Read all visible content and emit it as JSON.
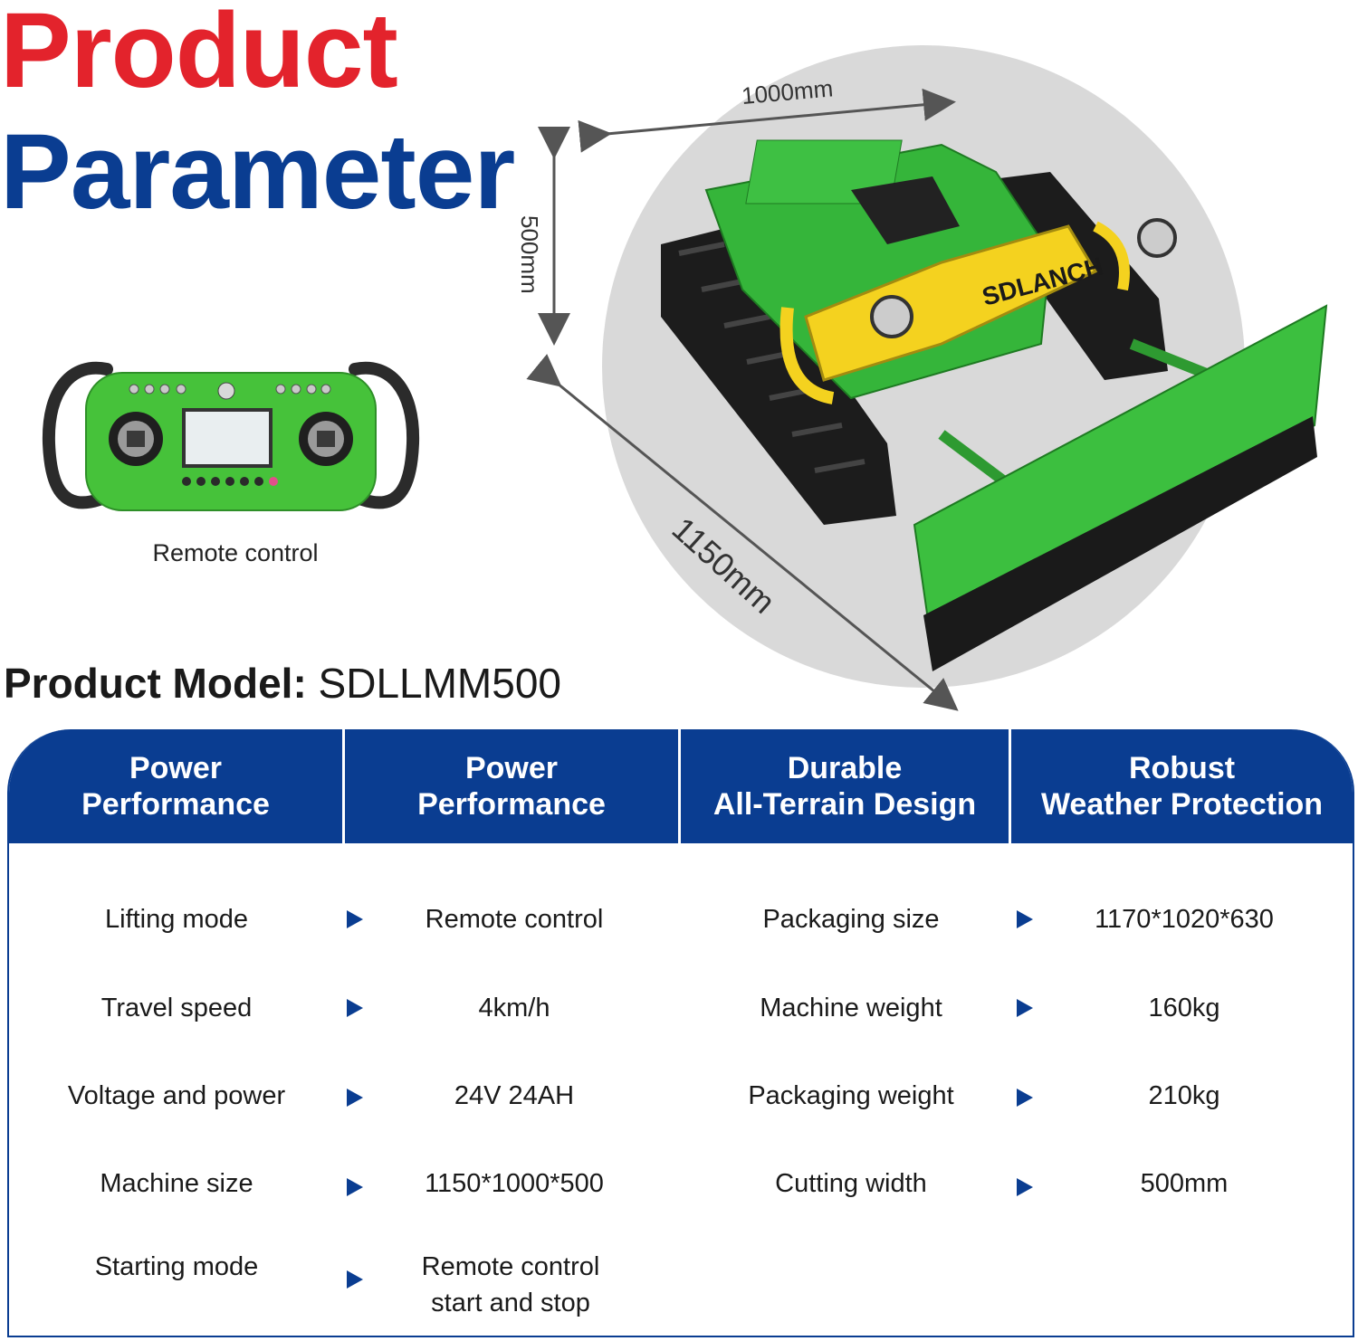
{
  "title": {
    "line1": "Product",
    "line2": "Parameter"
  },
  "dimensions": {
    "width": "1000mm",
    "height": "500mm",
    "length": "1150mm"
  },
  "brand_logo": "SDLANCH",
  "remote_caption": "Remote control",
  "model": {
    "label": "Product Model:",
    "value": "SDLLMM500"
  },
  "colors": {
    "brand_blue": "#0a3d91",
    "title_red": "#e3232c",
    "machine_green": "#35b53a",
    "frame_yellow": "#f4d21f"
  },
  "table": {
    "headers": [
      {
        "line1": "Power",
        "line2": "Performance"
      },
      {
        "line1": "Power",
        "line2": "Performance"
      },
      {
        "line1": "Durable",
        "line2": "All-Terrain Design"
      },
      {
        "line1": "Robust",
        "line2": "Weather Protection"
      }
    ],
    "rows": [
      {
        "label1": "Lifting mode",
        "value1": "Remote control",
        "label2": "Packaging size",
        "value2": "1170*1020*630"
      },
      {
        "label1": "Travel speed",
        "value1": "4km/h",
        "label2": "Machine weight",
        "value2": "160kg"
      },
      {
        "label1": "Voltage and power",
        "value1": "24V 24AH",
        "label2": "Packaging weight",
        "value2": "210kg"
      },
      {
        "label1": "Machine size",
        "value1": "1150*1000*500",
        "label2": "Cutting width",
        "value2": "500mm"
      },
      {
        "label1": "Starting mode",
        "value1_line1": "Remote control",
        "value1_line2": "start and stop"
      }
    ]
  }
}
